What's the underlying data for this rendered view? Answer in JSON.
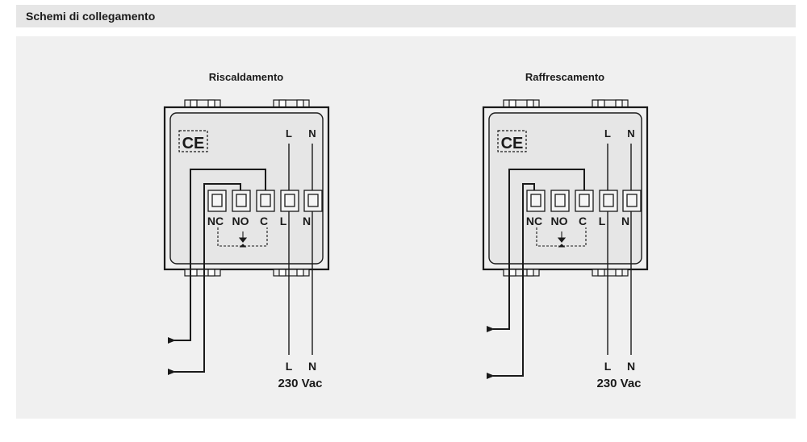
{
  "section": {
    "title": "Schemi di collegamento"
  },
  "diagrams": [
    {
      "title": "Riscaldamento",
      "top_labels": [
        "L",
        "N"
      ],
      "terminals": [
        "NC",
        "NO",
        "C",
        "L",
        "N"
      ],
      "bottom_labels": [
        "L",
        "N"
      ],
      "voltage": "230 Vac",
      "mark": "CE"
    },
    {
      "title": "Raffrescamento",
      "top_labels": [
        "L",
        "N"
      ],
      "terminals": [
        "NC",
        "NO",
        "C",
        "L",
        "N"
      ],
      "bottom_labels": [
        "L",
        "N"
      ],
      "voltage": "230 Vac",
      "mark": "CE"
    }
  ]
}
